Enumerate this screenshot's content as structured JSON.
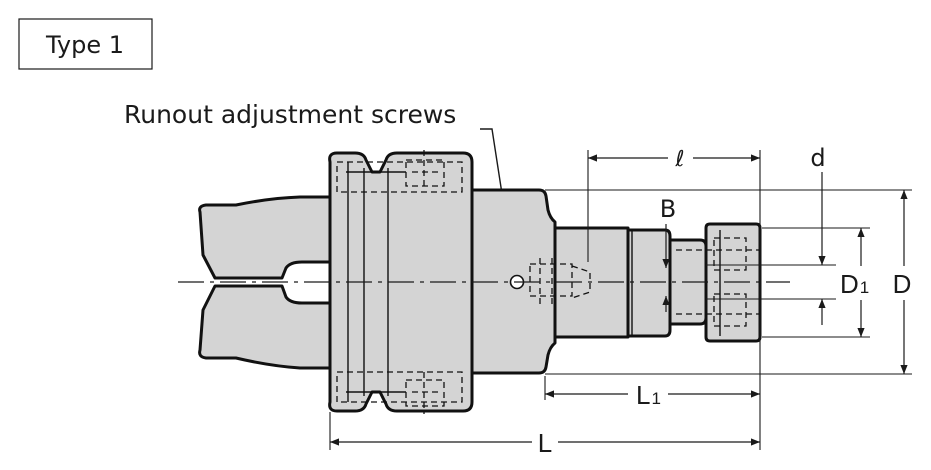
{
  "type_label": "Type 1",
  "callout": "Runout adjustment screws",
  "dims": {
    "l": "ℓ",
    "d": "d",
    "B": "B",
    "D1_main": "D",
    "D1_sub": "1",
    "D": "D",
    "L1_main": "L",
    "L1_sub": "1",
    "L": "L"
  }
}
